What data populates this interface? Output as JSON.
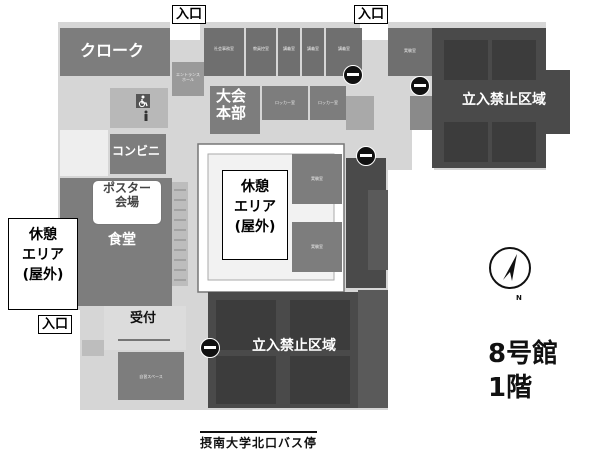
{
  "entrances": {
    "top_left": "入口",
    "top_right": "入口",
    "left": "入口"
  },
  "rooms": {
    "cloakroom": "クローク",
    "conference_hq": "大会\n本部",
    "convenience_store": "コンビニ",
    "poster_venue": "ポスター\n会場",
    "cafeteria": "食堂",
    "reception": "受付"
  },
  "restricted": {
    "northeast": "立入禁止区域",
    "south": "立入禁止区域"
  },
  "rest_areas": {
    "center": "休憩\nエリア\n(屋外)",
    "west": "休憩\nエリア\n(屋外)"
  },
  "small_labels": {
    "room_a": "社会事務室",
    "room_b": "教員控室",
    "room_c": "講義室",
    "room_d": "講義室",
    "room_e": "講義室",
    "room_f": "実験室",
    "room_g": "エントランス\nホール",
    "room_h": "ロッカー室",
    "room_i": "ロッカー室",
    "room_j": "実験室",
    "room_k": "実験室",
    "room_l": "自習スペース"
  },
  "icons": {
    "no_entry": "no-entry-icon",
    "north_arrow": "compass-icon",
    "wheelchair": "wheelchair-icon",
    "restroom": "restroom-icon"
  },
  "compass_label": "N",
  "building": {
    "name": "8号館",
    "floor": "1階"
  },
  "bus_stop": "摂南大学北口バス停",
  "colors": {
    "dark": "#4a4a4a",
    "mid": "#7d7d7d",
    "light": "#bdbdbd",
    "corridor": "#d3d3d3"
  }
}
